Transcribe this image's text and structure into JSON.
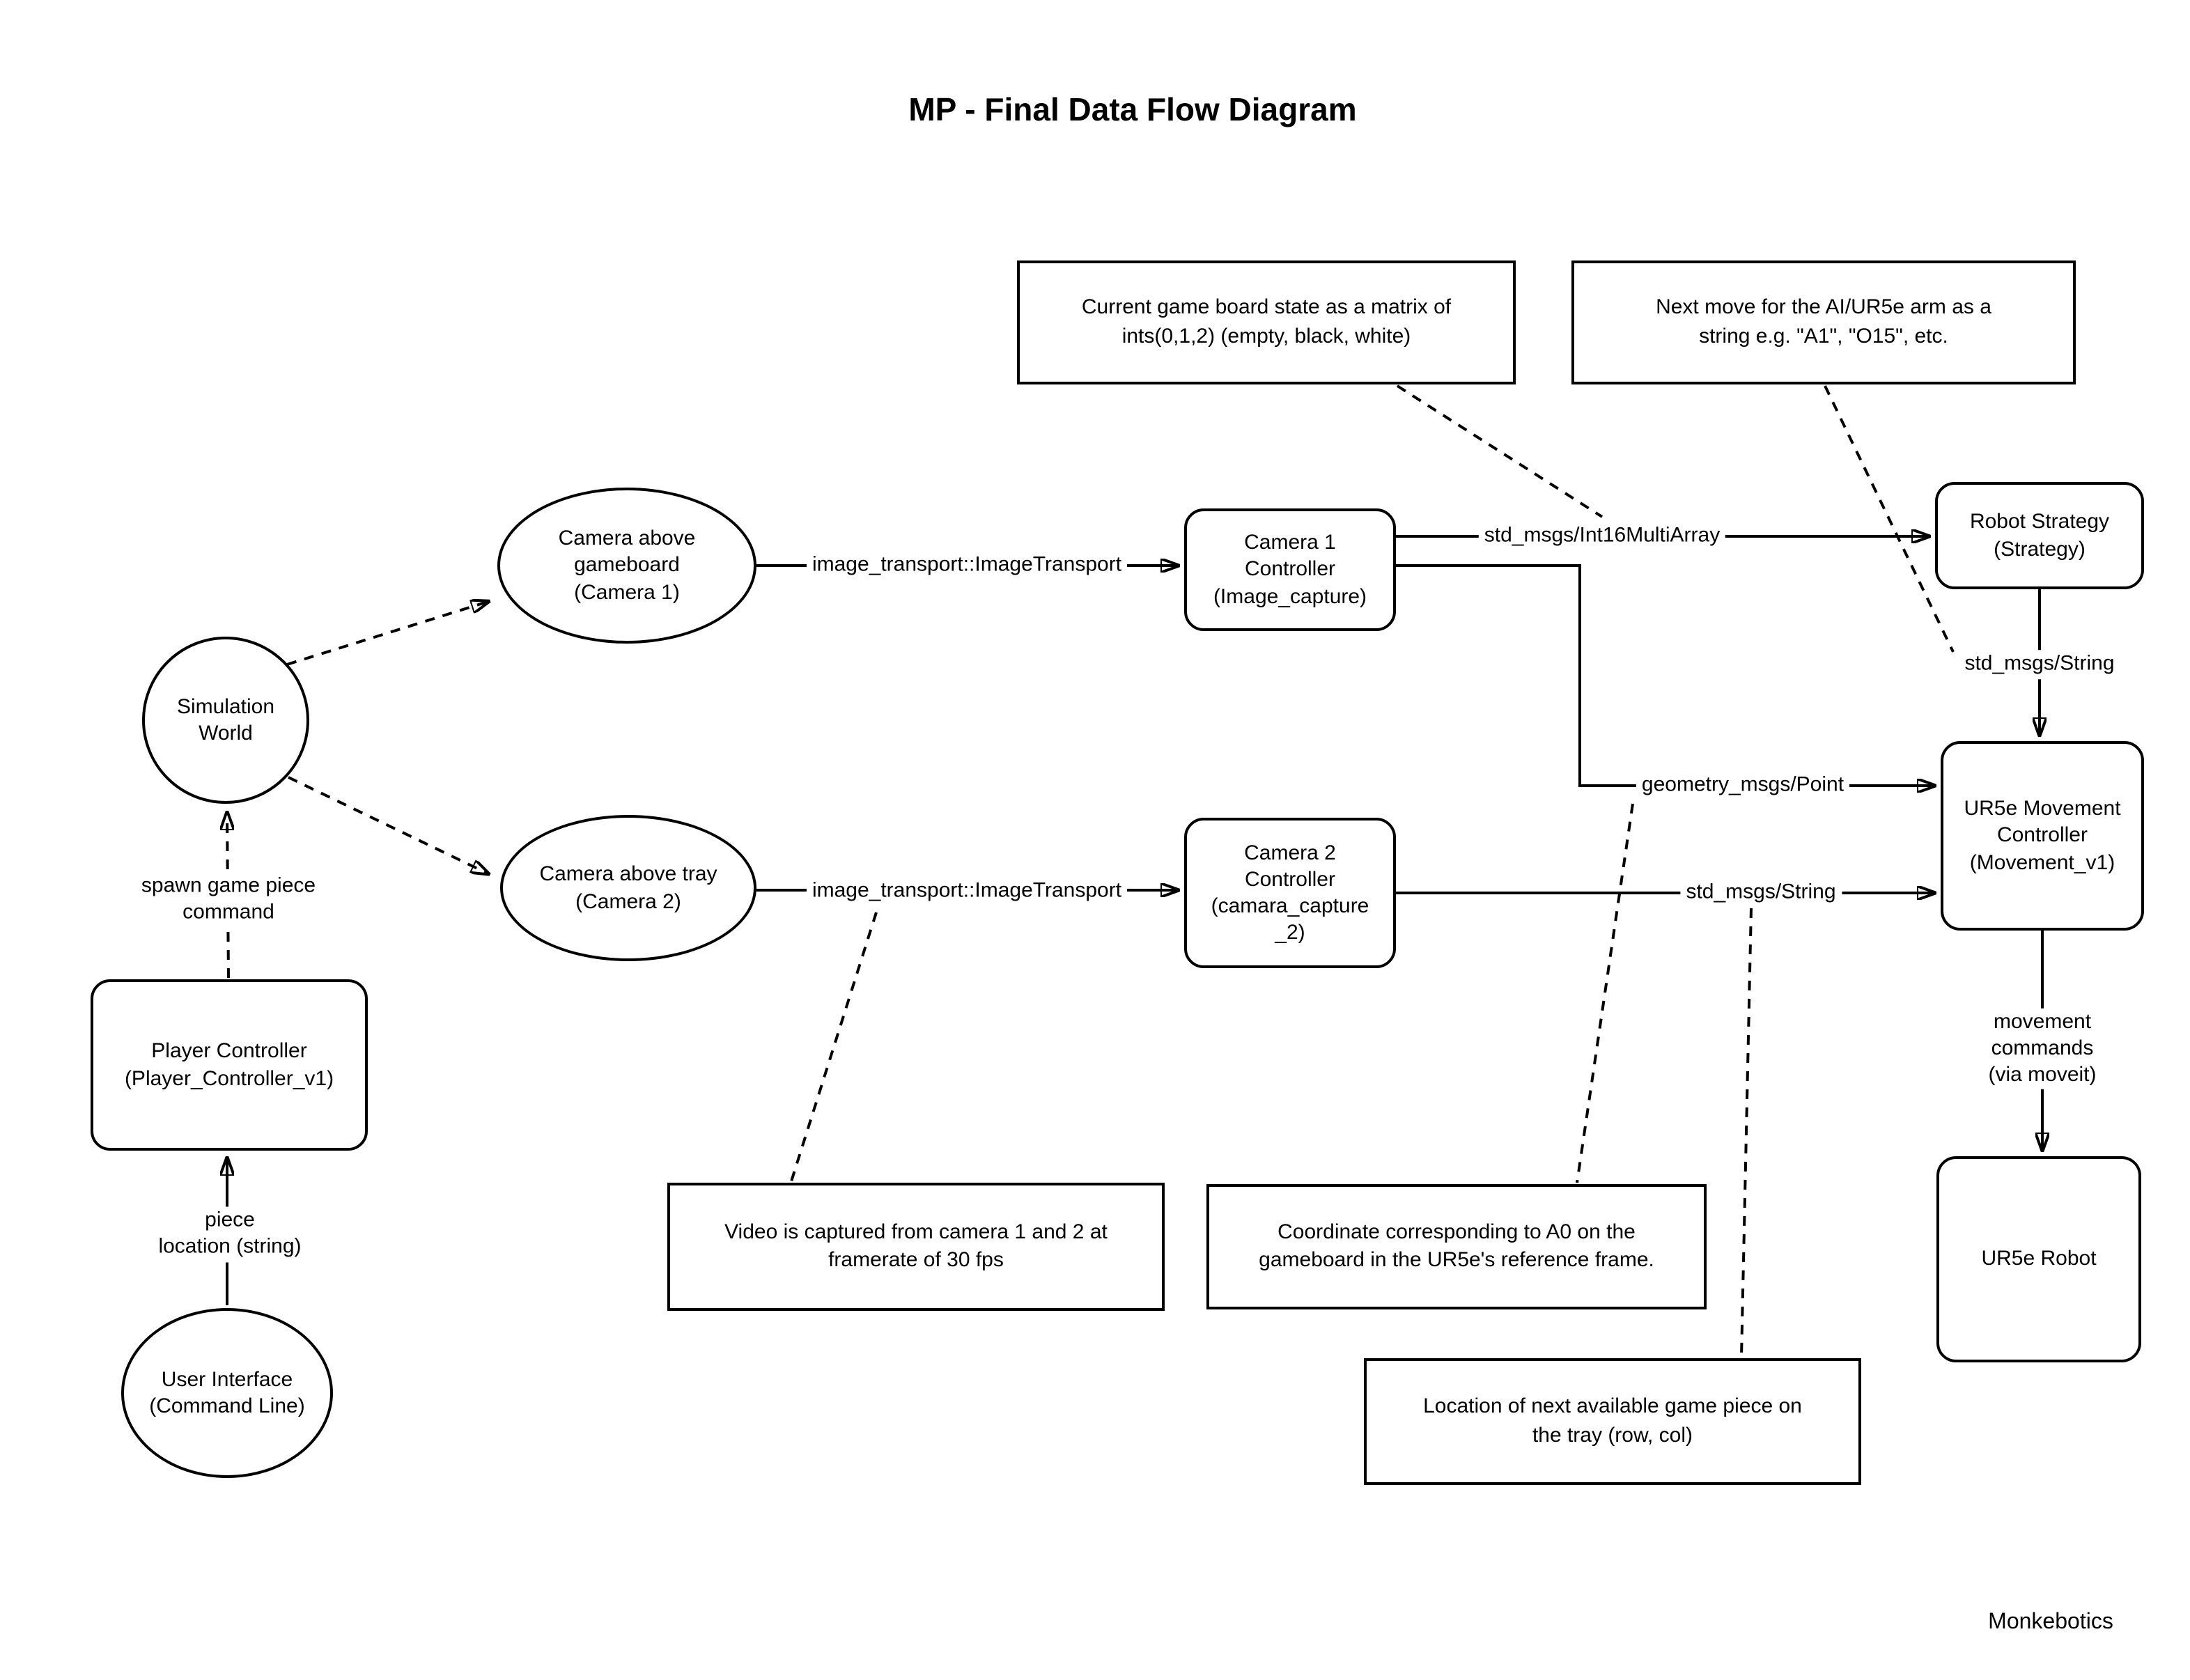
{
  "title": "MP - Final Data Flow Diagram",
  "credit": "Monkebotics",
  "colors": {
    "stroke": "#000000",
    "fill": "#ffffff",
    "text": "#000000"
  },
  "nodes": {
    "simulation_world": "Simulation\nWorld",
    "camera_1": "Camera above\ngameboard\n(Camera 1)",
    "camera_2": "Camera above tray\n(Camera 2)",
    "camera_1_controller": "Camera 1\nController\n(Image_capture)",
    "camera_2_controller": "Camera 2\nController\n(camara_capture\n_2)",
    "robot_strategy": "Robot Strategy\n(Strategy)",
    "movement_controller": "UR5e Movement\nController\n(Movement_v1)",
    "player_controller": "Player Controller\n(Player_Controller_v1)",
    "user_interface": "User Interface\n(Command Line)",
    "ur5e_robot": "UR5e Robot"
  },
  "notes": {
    "board_state": "Current game board state as a matrix of\nints(0,1,2) (empty, black, white)",
    "next_move": "Next move for the AI/UR5e arm as a\nstring e.g. \"A1\", \"O15\", etc.",
    "video_capture": "Video is captured from camera 1 and 2 at\nframerate of 30 fps",
    "a0_coordinate": "Coordinate corresponding to A0 on the\ngameboard in the UR5e's reference frame.",
    "piece_location": "Location of next available game piece on\nthe tray (row, col)"
  },
  "edge_labels": {
    "camera1_transport": "image_transport::ImageTransport",
    "camera2_transport": "image_transport::ImageTransport",
    "board_matrix": "std_msgs/Int16MultiArray",
    "strategy_string": "std_msgs/String",
    "geometry_point": "geometry_msgs/Point",
    "tray_string": "std_msgs/String",
    "spawn_command": "spawn game piece\ncommand",
    "piece_location": "piece\nlocation (string)",
    "movement_commands": "movement commands\n(via moveit)"
  }
}
